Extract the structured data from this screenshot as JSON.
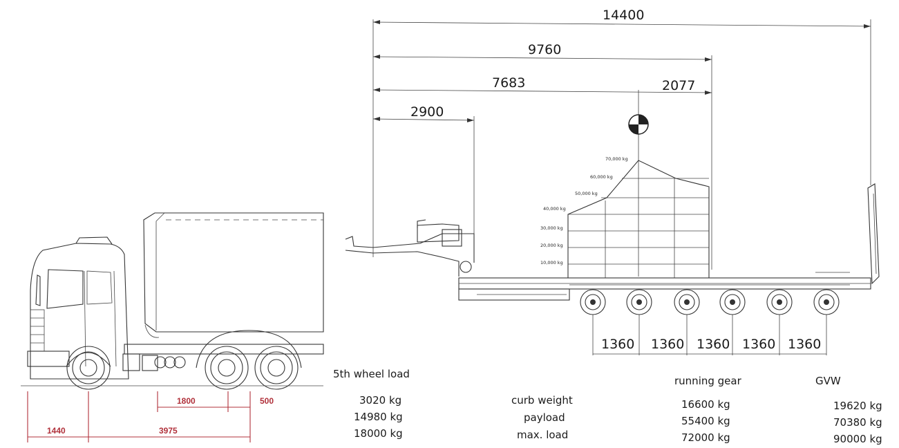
{
  "truck": {
    "dims": {
      "d1800": "1800",
      "d500": "500",
      "d1440": "1440",
      "d3975": "3975"
    }
  },
  "trailer": {
    "dims": {
      "overall": "14400",
      "to_cog": "9760",
      "front": "7683",
      "cog_rear": "2077",
      "kingpin": "2900",
      "axle_spacing": [
        "1360",
        "1360",
        "1360",
        "1360",
        "1360"
      ]
    },
    "load_scale": [
      "70,000 kg",
      "60,000 kg",
      "50,000 kg",
      "40,000 kg",
      "30,000 kg",
      "20,000 kg",
      "10,000 kg"
    ]
  },
  "weights": {
    "fifth_wheel_header": "5th wheel load",
    "fifth_wheel": [
      "3020 kg",
      "14980 kg",
      "18000 kg"
    ],
    "row_labels": [
      "curb weight",
      "payload",
      "max. load"
    ],
    "running_gear_header": "running gear",
    "running_gear": [
      "16600 kg",
      "55400 kg",
      "72000 kg"
    ],
    "gvw_header": "GVW",
    "gvw": [
      "19620 kg",
      "70380 kg",
      "90000 kg"
    ]
  }
}
